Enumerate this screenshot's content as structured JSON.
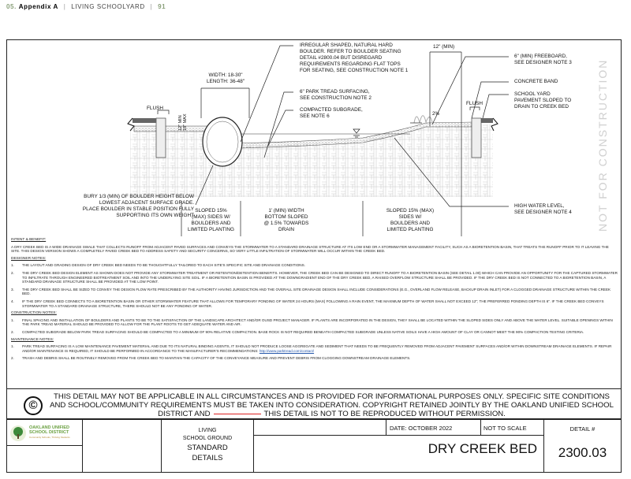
{
  "header": {
    "section": "05.",
    "appendix": "Appendix A",
    "title": "LIVING SCHOOLYARD",
    "page": "91"
  },
  "watermark": "NOT FOR CONSTRUCTION",
  "drawing": {
    "flush_left": "FLUSH",
    "flush_right": "FLUSH",
    "boulder_size": [
      "WIDTH: 18-30\"",
      "LENGTH: 36-48\""
    ],
    "boulder_height": [
      "12\" MIN",
      "18\" MAX"
    ],
    "boulder_note": [
      "IRREGULAR SHAPED, NATURAL HARD",
      "BOULDER. REFER TO BOULDER SEATING",
      "DETAIL #2800.04 BUT DISREGARD",
      "REQUIREMENTS REGARDING FLAT TOPS",
      "FOR SEATING, SEE CONSTRUCTION NOTE 1"
    ],
    "park_tread": [
      "6\" PARK TREAD SURFACING,",
      "SEE CONSTRUCTION NOTE 2"
    ],
    "subgrade": [
      "COMPACTED SUBGRADE,",
      "SEE NOTE 6"
    ],
    "min_width": "12\" (MIN)",
    "slope": "2%",
    "freeboard": [
      "6\" (MIN) FREEBOARD,",
      "SEE DESIGNER NOTE 3"
    ],
    "concrete_band": "CONCRETE BAND",
    "school_yard": [
      "SCHOOL YARD",
      "PAVEMENT SLOPED TO",
      "DRAIN TO CREEK BED"
    ],
    "high_water": [
      "HIGH WATER LEVEL,",
      "SEE DESIGNER NOTE 4"
    ],
    "bury": [
      "BURY 1/3 (MIN) OF BOULDER HEIGHT BELOW",
      "LOWEST ADJACENT SURFACE GRADE.",
      "PLACE BOULDER IN STABLE POSITION FULLY",
      "SUPPORTING ITS OWN WEIGHT"
    ],
    "sloped_left": [
      "SLOPED 15%",
      "(MAX) SIDES W/",
      "BOULDERS AND",
      "LIMITED PLANTING"
    ],
    "bottom": [
      "1' (MIN) WIDTH",
      "BOTTOM SLOPED",
      "@ 1.5% TOWARDS",
      "DRAIN"
    ],
    "sloped_right": [
      "SLOPED 15% (MAX)",
      "SIDES W/",
      "BOULDERS AND",
      "LIMITED PLANTING"
    ]
  },
  "notes": {
    "intent_heading": "INTENT & BENEFIT:",
    "intent": "A DRY CREEK BED IS A WIDE DRAINAGE SWALE THAT COLLECTS RUNOFF FROM ADJACENT PAVED SURFACES AND CONVEYS THE STORMWATER TO A STANDARD DRAINAGE STRUCTURE AT ITS LOW END OR A STORMWATER MANAGEMENT FACILITY, SUCH AS A BIORETENTION BASIN, THAT TREATS THE RUNOFF PRIOR TO IT LEAVING THE SITE. THIS DESIGN VERSION SHOWS A COMPLETELY PAVED CREEK BED TO ADDRESS SAFETY AND SECURITY CONCERNS, SO VERY LITTLE INFILTRATION OF STORMWATER WILL OCCUR WITHIN THE CREEK BED.",
    "designer_heading": "DESIGNER NOTES:",
    "designer": [
      {
        "n": "1.",
        "t": "THE LAYOUT AND GRADING DESIGN OF DRY CREEK BED NEEDS TO BE THOUGHTFULLY TAILORED TO EACH SITE'S SPECIFIC SITE AND DRAINAGE CONDITIONS."
      },
      {
        "n": "2.",
        "t": "THE DRY CREEK BED DESIGN ELEMENT AS SHOWN DOES NOT PROVIDE ANY STORMWATER TREATMENT OR RETENTION/DETENTION BENEFITS. HOWEVER, THE CREEK BED CAN BE DESIGNED TO DIRECT RUNOFF TO A BIORETENTION BASIN (SEE DETAIL 1.00) WHICH CAN PROVIDE AN OPPORTUNITY FOR THE CAPTURED STORMWATER TO INFILTRATE THROUGH ENGINEERED BIOTREATMENT SOIL AND INTO THE UNDERLYING SITE SOIL. IF A BIORETENTION BASIN IS PROVIDED AT THE DOWNGRADIENT END OF THE DRY CREEK BED, A RAISED OVERFLOW STRUCTURE SHALL BE PROVIDED. IF THE DRY CREEK BED IS NOT CONNECTED TO A BIORETENTION BASIN, A STANDARD DRAINAGE STRUCTURE SHALL BE PROVIDED AT THE LOW POINT."
      },
      {
        "n": "3.",
        "t": "THE DRY CREEK BED SHALL BE SIZED TO CONVEY THE DESIGN FLOW RATE PRESCRIBED BY THE AUTHORITY HAVING JURISDICTION AND THE OVERALL SITE DRAINAGE DESIGN SHALL INCLUDE CONSIDERATIONS (E.G., OVERLAND FLOW RELEASE, BACKUP DRAIN INLET) FOR A CLOGGED DRAINAGE STRUCTURE WITHIN THE CREEK BED."
      },
      {
        "n": "4.",
        "t": "IF THE DRY CREEK BED CONNECTS TO A BIORETENTION BASIN OR OTHER STORMWATER FEATURE THAT ALLOWS FOR TEMPORARY PONDING OF WATER 24 HOURS (MAX) FOLLOWING A RAIN EVENT, THE MAXIMUM DEPTH OF WATER SHALL NOT EXCEED 12\"; THE PREFERRED PONDING DEPTH IS 6\". IF THE CREEK BED CONVEYS STORMWATER TO A STANDARD DRAINAGE STRUCTURE, THERE SHOULD NOT BE ANY PONDING OF WATER."
      }
    ],
    "construction_heading": "CONSTRUCTION NOTES:",
    "construction": [
      {
        "n": "1.",
        "t": "FINAL SPACING AND INSTALLATION OF BOULDERS AND PLANTS TO BE TO THE SATISFACTION OF THE LANDSCAPE ARCHITECT AND/OR OUSD PROJECT MANAGER. IF PLANTS ARE INCORPORATED IN THE DESIGN, THEY SHALL BE LOCATED WITHIN THE SLOPED SIDES ONLY AND ABOVE THE WATER LEVEL. SUITABLE OPENINGS WITHIN THE PARK TREAD MATERIAL SHOULD BE PROVIDED TO ALLOW FOR THE PLANT ROOTS TO GET ADEQUATE WATER AND AIR."
      },
      {
        "n": "2.",
        "t": "COMPACTED SUBGRADE BELOW PARK TREAD SURFACING SHOULD BE COMPACTED TO A MINIMUM OF 90% RELATIVE COMPACTION. BASE ROCK IS NOT REQUIRED BENEATH COMPACTED SUBGRADE UNLESS NATIVE SOILS HAVE A HIGH AMOUNT OF CLAY OR CANNOT MEET THE 90% COMPACTION TESTING CRITERIA."
      }
    ],
    "maintenance_heading": "MAINTENANCE NOTES:",
    "maintenance": [
      {
        "n": "1.",
        "t": "PARK TREAD SURFACING IS A LOW MAINTENANCE PAVEMENT MATERIAL AND DUE TO ITS NATURAL BINDING AGENTS, IT SHOULD NOT PRODUCE LOOSE AGGREGATE AND SEDIMENT THAT NEEDS TO BE FREQUENTLY REMOVED FROM ADJACENT PAVEMENT SURFACES AND/OR WITHIN DOWNSTREAM DRAINAGE ELEMENTS. IF REPAIR AND/OR MAINTENANCE IS REQUIRED, IT SHOULD BE PERFORMED IN ACCORDANCE TO THE MANUFACTURER'S RECOMMENDATIONS:"
      },
      {
        "n": "2.",
        "t": "TRASH AND DEBRIS SHALL BE ROUTINELY REMOVED FROM THE CREEK BED TO MAINTAIN THE CAPACITY OF THE CONVEYANCE MEASURE AND PREVENT DEBRIS FROM CLOGGING DOWNSTREAM DRAINAGE ELEMENTS."
      }
    ],
    "link": "http://www.parktread.com/contact/"
  },
  "disclaimer": {
    "part1": "THIS DETAIL MAY NOT BE APPLICABLE IN ALL CIRCUMSTANCES AND IS PROVIDED FOR INFORMATIONAL PURPOSES ONLY. SPECIFIC SITE CONDITIONS AND SCHOOL/COMMUNITY REQUIREMENTS MUST BE TAKEN INTO CONSIDERATION. COPYRIGHT RETAINED JOINTLY BY THE OAKLAND UNIFIED SCHOOL DISTRICT AND",
    "part2": "THIS DETAIL IS NOT TO BE REPRODUCED WITHOUT PERMISSION."
  },
  "title_block": {
    "logo": [
      "OAKLAND UNIFIED",
      "SCHOOL DISTRICT",
      "Community Schools, Thriving Students"
    ],
    "series": [
      "LIVING",
      "SCHOOL GROUND"
    ],
    "series_big": [
      "STANDARD",
      "DETAILS"
    ],
    "date": "DATE:   OCTOBER 2022",
    "scale": "NOT TO SCALE",
    "detail_label": "DETAIL #",
    "title": "DRY CREEK BED",
    "detail_number": "2300.03"
  }
}
